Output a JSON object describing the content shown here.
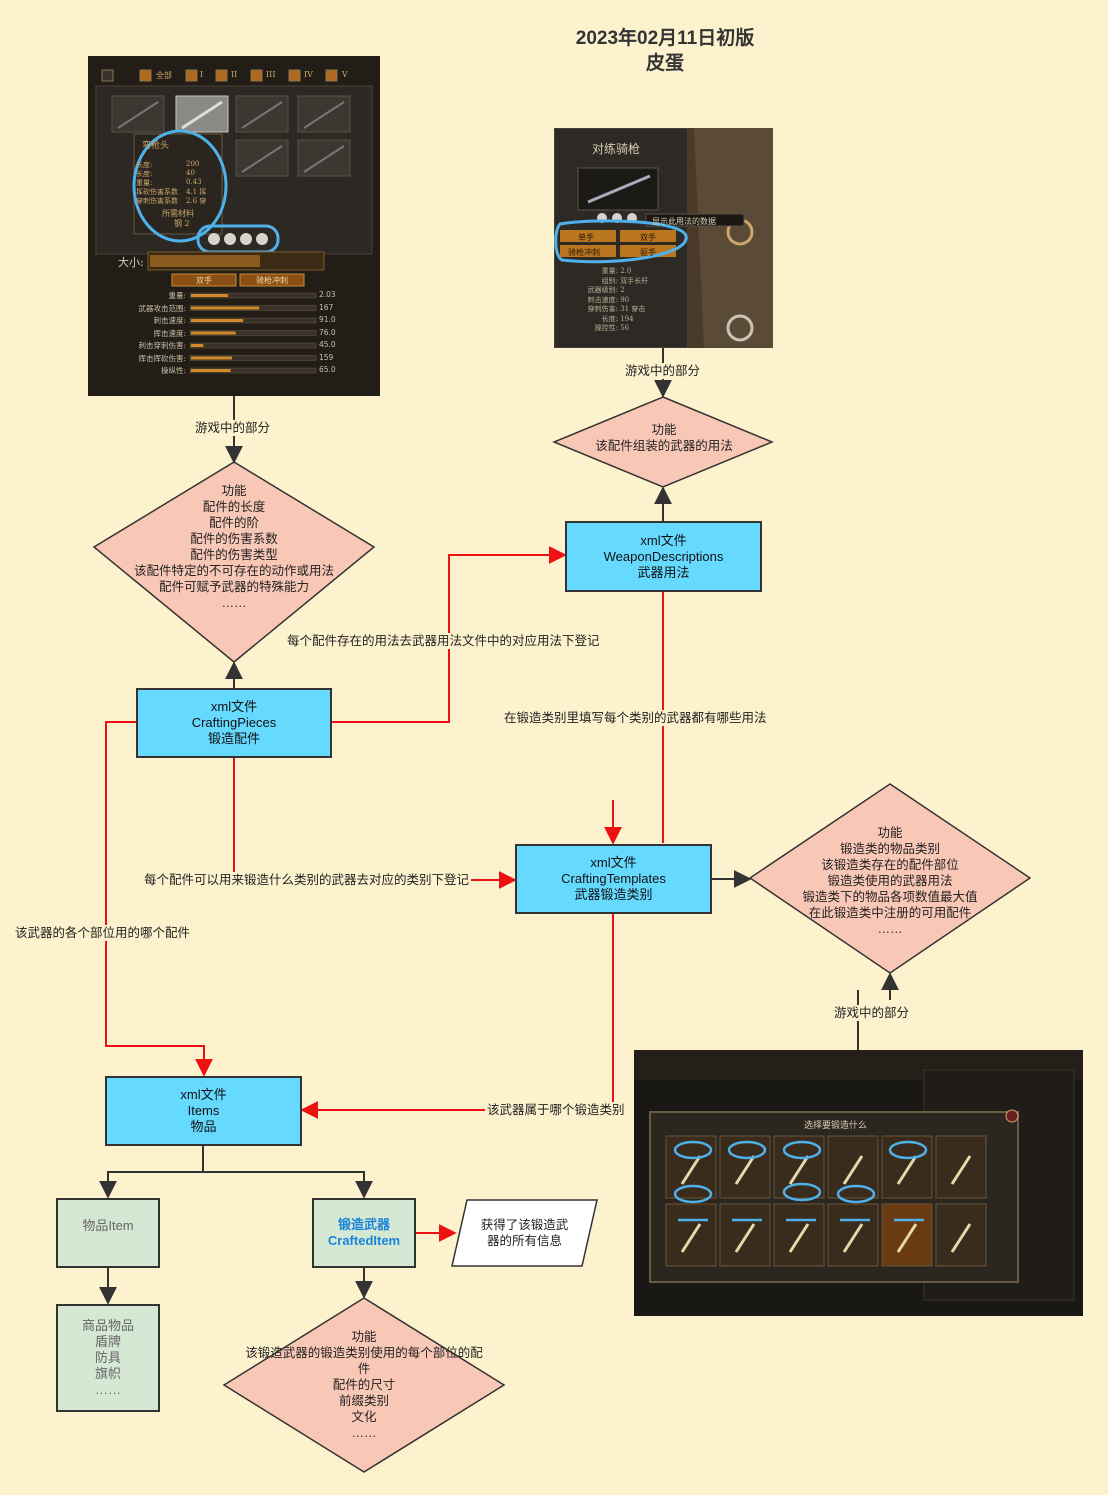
{
  "title": {
    "line1": "2023年02月11日初版",
    "line2": "皮蛋"
  },
  "nodes": {
    "crafting_pieces": {
      "lines": [
        "xml文件",
        "CraftingPieces",
        "锻造配件"
      ]
    },
    "weapon_descriptions": {
      "lines": [
        "xml文件",
        "WeaponDescriptions",
        "武器用法"
      ]
    },
    "crafting_templates": {
      "lines": [
        "xml文件",
        "CraftingTemplates",
        "武器锻造类别"
      ]
    },
    "items": {
      "lines": [
        "xml文件",
        "Items",
        "物品"
      ]
    },
    "item": {
      "label": "物品Item"
    },
    "crafted_item": {
      "lines": [
        "锻造武器",
        "CraftedItem"
      ]
    },
    "goods": {
      "lines": [
        "商品物品",
        "盾牌",
        "防具",
        "旗帜",
        "……"
      ]
    },
    "result": {
      "lines": [
        "获得了该锻造武",
        "器的所有信息"
      ]
    }
  },
  "diamonds": {
    "pieces_function": {
      "lines": [
        "功能",
        "配件的长度",
        "配件的阶",
        "配件的伤害系数",
        "配件的伤害类型",
        "该配件特定的不可存在的动作或用法",
        "配件可赋予武器的特殊能力",
        "……"
      ]
    },
    "weapon_usage_function": {
      "lines": [
        "功能",
        "该配件组装的武器的用法"
      ]
    },
    "templates_function": {
      "lines": [
        "功能",
        "锻造类的物品类别",
        "该锻造类存在的配件部位",
        "锻造类使用的武器用法",
        "锻造类下的物品各项数值最大值",
        "在此锻造类中注册的可用配件",
        "……"
      ]
    },
    "crafted_function": {
      "lines": [
        "功能",
        "该锻造武器的锻造类别使用的每个部位的配",
        "件",
        "配件的尺寸",
        "前缀类别",
        "文化",
        "……"
      ]
    }
  },
  "edge_labels": {
    "in_game_1": "游戏中的部分",
    "in_game_2": "游戏中的部分",
    "in_game_3": "游戏中的部分",
    "register_usage": "每个配件存在的用法去武器用法文件中的对应用法下登记",
    "fill_usage": "在锻造类别里填写每个类别的武器都有哪些用法",
    "register_class": "每个配件可以用来锻造什么类别的武器去对应的类别下登记",
    "parts_used": "该武器的各个部位用的哪个配件",
    "belongs_class": "该武器属于哪个锻造类别"
  },
  "screenshots": {
    "left_panel": {
      "tiers": [
        "全部",
        "I",
        "II",
        "III",
        "IV",
        "V"
      ],
      "piece_name": "弯枪头",
      "piece_stats": [
        [
          "长度:",
          "200"
        ],
        [
          "长度:",
          "40"
        ],
        [
          "重量:",
          "0.43"
        ],
        [
          "挥砍伤害系数",
          "4.1 挥"
        ],
        [
          "穿刺伤害系数",
          "2.6 穿"
        ]
      ],
      "material_label": "所需材料",
      "material_value": "钢 2",
      "size_label": "大小:",
      "modes": [
        "双手",
        "骑枪冲刺"
      ],
      "stats": [
        {
          "label": "重量:",
          "value": "2.03",
          "fill": 0.3
        },
        {
          "label": "武器攻击范围:",
          "value": "167",
          "fill": 0.55
        },
        {
          "label": "刺击速度:",
          "value": "91.0",
          "fill": 0.42
        },
        {
          "label": "挥击速度:",
          "value": "76.0",
          "fill": 0.36
        },
        {
          "label": "刺击穿刺伤害:",
          "value": "45.0",
          "fill": 0.1
        },
        {
          "label": "挥击挥砍伤害:",
          "value": "159",
          "fill": 0.33
        },
        {
          "label": "操纵性:",
          "value": "65.0",
          "fill": 0.32
        }
      ]
    },
    "top_panel": {
      "weapon_name": "对练骑枪",
      "tooltip": "显示此用法的数据",
      "usages": [
        "单手",
        "双手",
        "骑枪冲刺",
        "驱手"
      ],
      "stats": [
        [
          "重量:",
          "2.0"
        ],
        [
          "组别:",
          "双手长杆"
        ],
        [
          "武器级别:",
          "2"
        ],
        [
          "刺击速度:",
          "90"
        ],
        [
          "穿刺伤害:",
          "31 穿击"
        ],
        [
          "长度:",
          "194"
        ],
        [
          "操控性:",
          "56"
        ]
      ]
    },
    "bottom_panel": {
      "dialog_title": "选择要锻造什么"
    }
  }
}
